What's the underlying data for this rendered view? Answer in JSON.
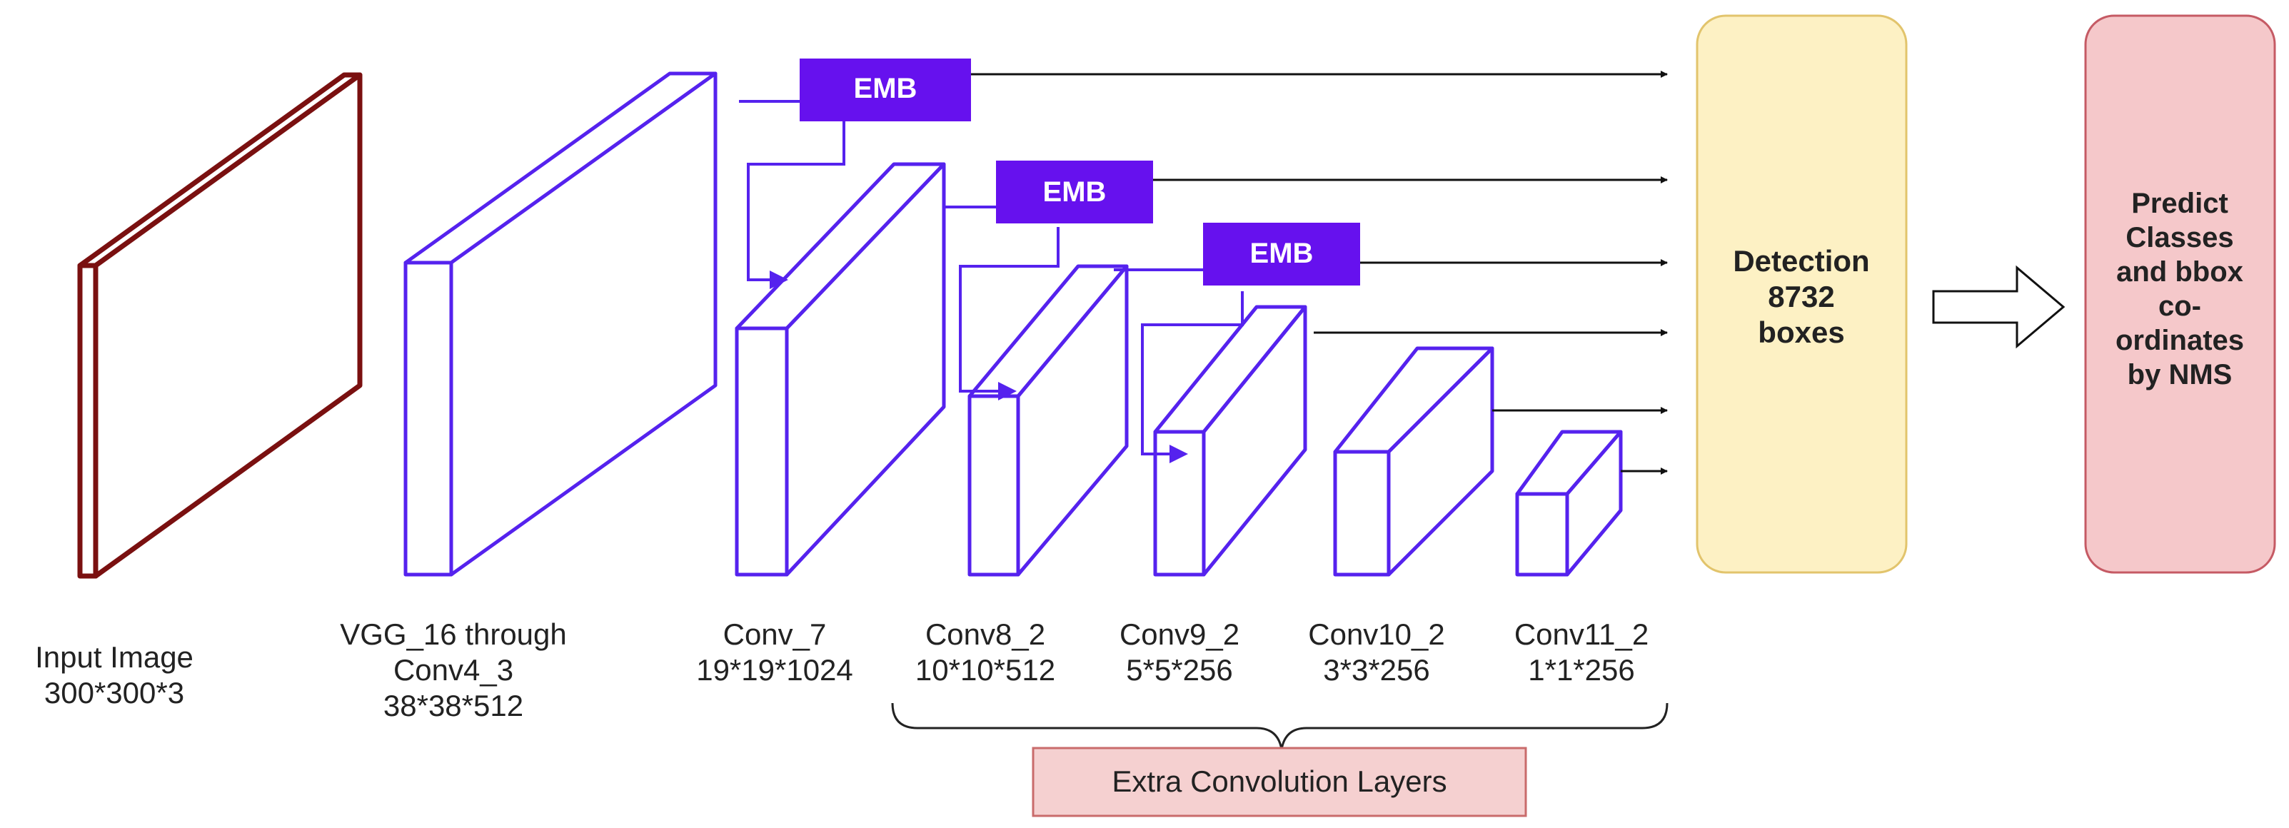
{
  "colors": {
    "input_block": "#7a1010",
    "layer_block": "#5522ee",
    "emb_fill": "#6611ee",
    "emb_text": "#ffffff",
    "detection_fill": "#fdf1c4",
    "detection_stroke": "#e2c46c",
    "predict_fill": "#f5c8ca",
    "predict_stroke": "#c55a64",
    "extra_fill": "#f5d0d0",
    "extra_stroke": "#c96b6b",
    "arrow": "#111111"
  },
  "layers": [
    {
      "name": "Input Image",
      "size": "300*300*3"
    },
    {
      "name_line1": "VGG_16 through",
      "name_line2": "Conv4_3",
      "size": "38*38*512"
    },
    {
      "name": "Conv_7",
      "size": "19*19*1024"
    },
    {
      "name": "Conv8_2",
      "size": "10*10*512"
    },
    {
      "name": "Conv9_2",
      "size": "5*5*256"
    },
    {
      "name": "Conv10_2",
      "size": "3*3*256"
    },
    {
      "name": "Conv11_2",
      "size": "1*1*256"
    }
  ],
  "emb_label": "EMB",
  "detection": {
    "line1": "Detection",
    "line2": "8732",
    "line3": "boxes"
  },
  "predict": {
    "lines": [
      "Predict",
      "Classes",
      "and bbox",
      "co-",
      "ordinates",
      "by NMS"
    ]
  },
  "extra_layers_label": "Extra Convolution Layers"
}
